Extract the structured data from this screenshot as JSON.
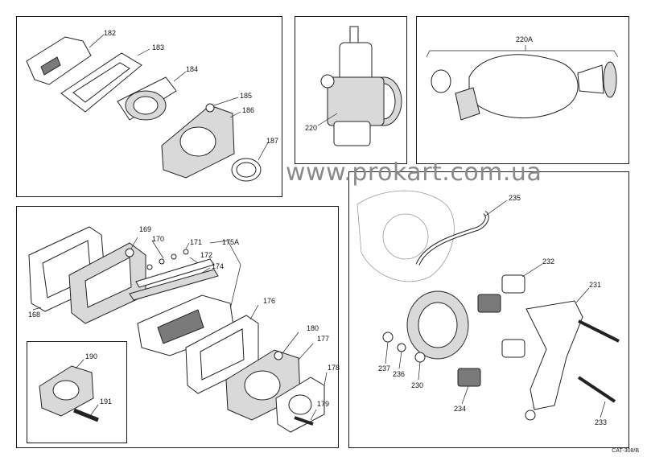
{
  "watermark": "www.prokart.com.ua",
  "catalog_code": "CAT-308/B",
  "panels": {
    "reed_inlet_set": {
      "labels": [
        "182",
        "183",
        "184",
        "185",
        "186",
        "187"
      ]
    },
    "carburetor": {
      "labels": [
        "220"
      ]
    },
    "air_filter": {
      "labels": [
        "220A"
      ]
    },
    "reed_block_set": {
      "labels": [
        "169",
        "170",
        "171",
        "175A",
        "172",
        "174",
        "168",
        "176",
        "180",
        "177",
        "178",
        "179"
      ]
    },
    "inlet_flange_inset": {
      "labels": [
        "190",
        "191"
      ]
    },
    "pump_mount": {
      "labels": [
        "235",
        "232",
        "231",
        "237",
        "236",
        "230",
        "234",
        "233"
      ]
    }
  }
}
